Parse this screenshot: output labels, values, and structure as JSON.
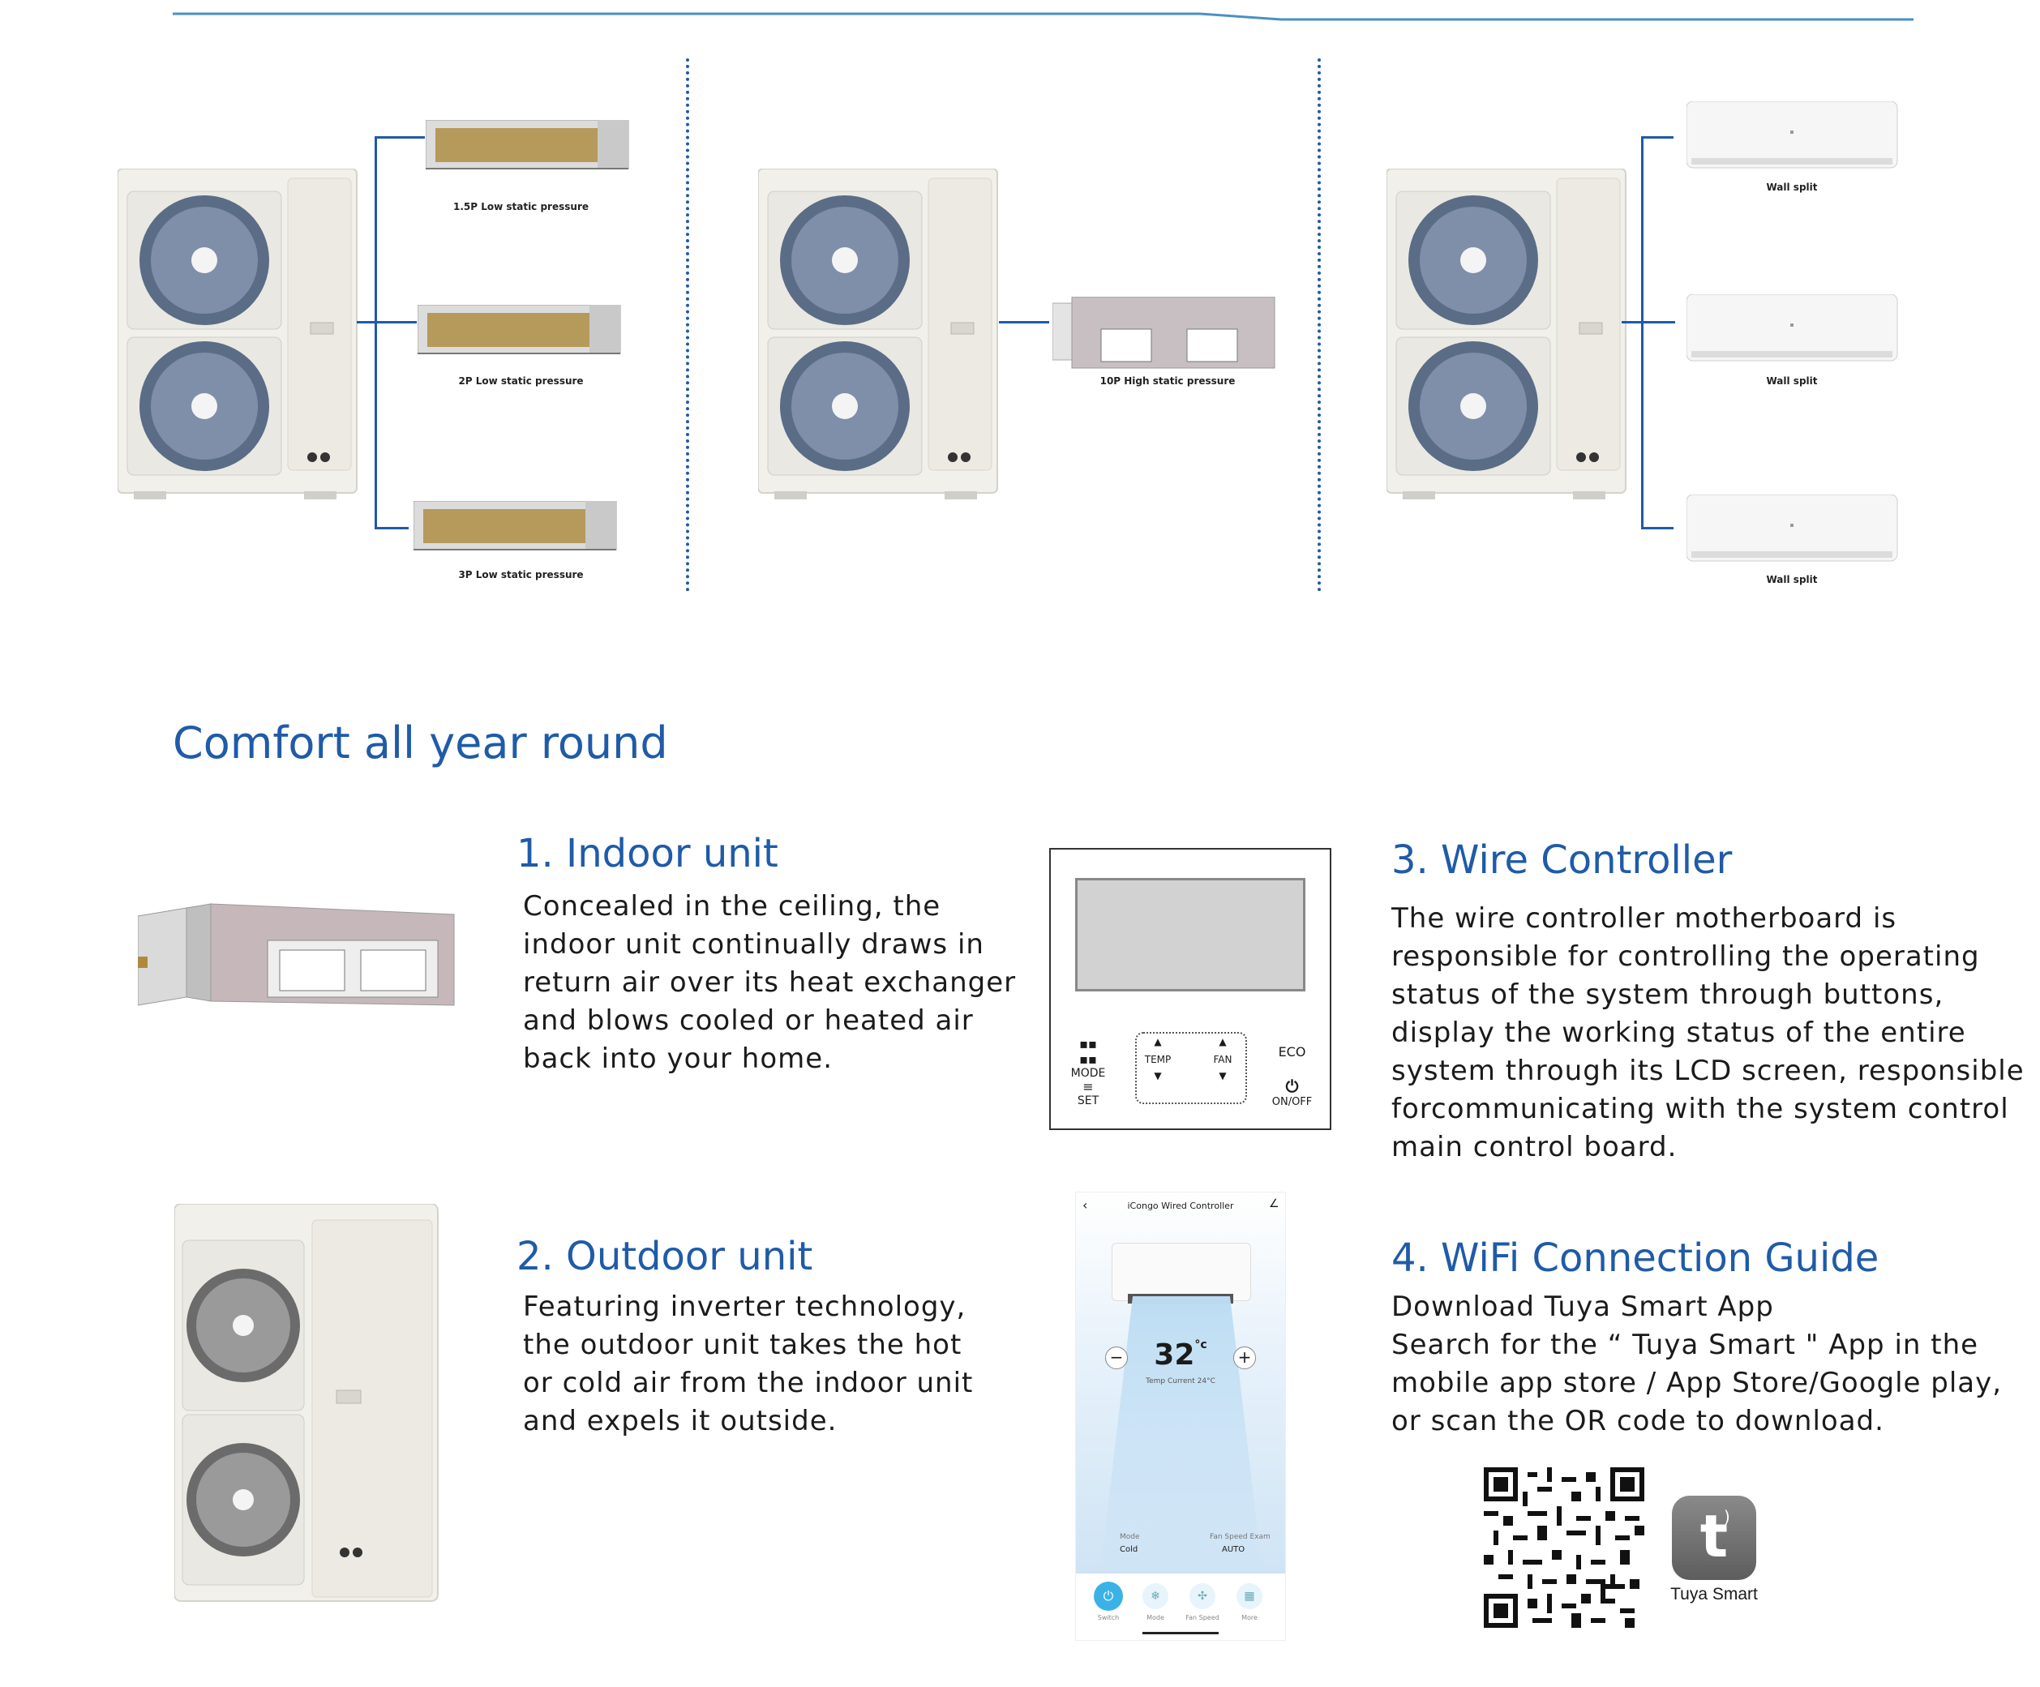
{
  "top": {
    "captions": {
      "left": [
        "1.5P Low static pressure",
        "2P Low static pressure",
        "3P Low static pressure"
      ],
      "middle": "10P High static pressure",
      "right": [
        "Wall split",
        "Wall split",
        "Wall split"
      ]
    }
  },
  "section_title": "Comfort all year round",
  "features": {
    "indoor": {
      "title": "1. Indoor unit",
      "lines": [
        "Concealed in the ceiling, the",
        "indoor unit continually draws in",
        "return air over its heat exchanger",
        "and blows cooled or heated air",
        "back into your home."
      ]
    },
    "outdoor": {
      "title": "2. Outdoor unit",
      "lines": [
        "Featuring inverter technology,",
        "the outdoor unit takes the hot",
        "or cold air from the indoor unit",
        "and expels it outside."
      ]
    },
    "wire": {
      "title": "3. Wire Controller",
      "lines": [
        "The wire controller motherboard is",
        "responsible for controlling the operating",
        "status of the system through buttons,",
        "display the working status of the entire",
        "system through its LCD screen, responsible",
        "forcommunicating with the system control",
        "main control board."
      ]
    },
    "wifi": {
      "title": "4. WiFi Connection Guide",
      "lines": [
        "Download Tuya Smart App",
        "Search for the “ Tuya Smart \" App in the",
        "mobile app store / App Store/Google play,",
        "or scan the OR code to download."
      ]
    }
  },
  "controller": {
    "mode": "MODE",
    "set": "SET",
    "temp": "TEMP",
    "fan": "FAN",
    "eco": "ECO",
    "onoff": "ON/OFF"
  },
  "phone": {
    "header": "iCongo Wired Controller",
    "temperature": "32",
    "unit": "°c",
    "current": "Temp Current 24°C",
    "mode_label": "Mode",
    "mode_value": "Cold",
    "fan_label": "Fan Speed Exam",
    "fan_value": "AUTO",
    "nav": [
      "Switch",
      "Mode",
      "Fan Speed",
      "More"
    ]
  },
  "tuya_label": "Tuya Smart",
  "colors": {
    "accent": "#1f5ba8",
    "phone_light": "#cfe4f5",
    "button": "#3bb2e6"
  }
}
